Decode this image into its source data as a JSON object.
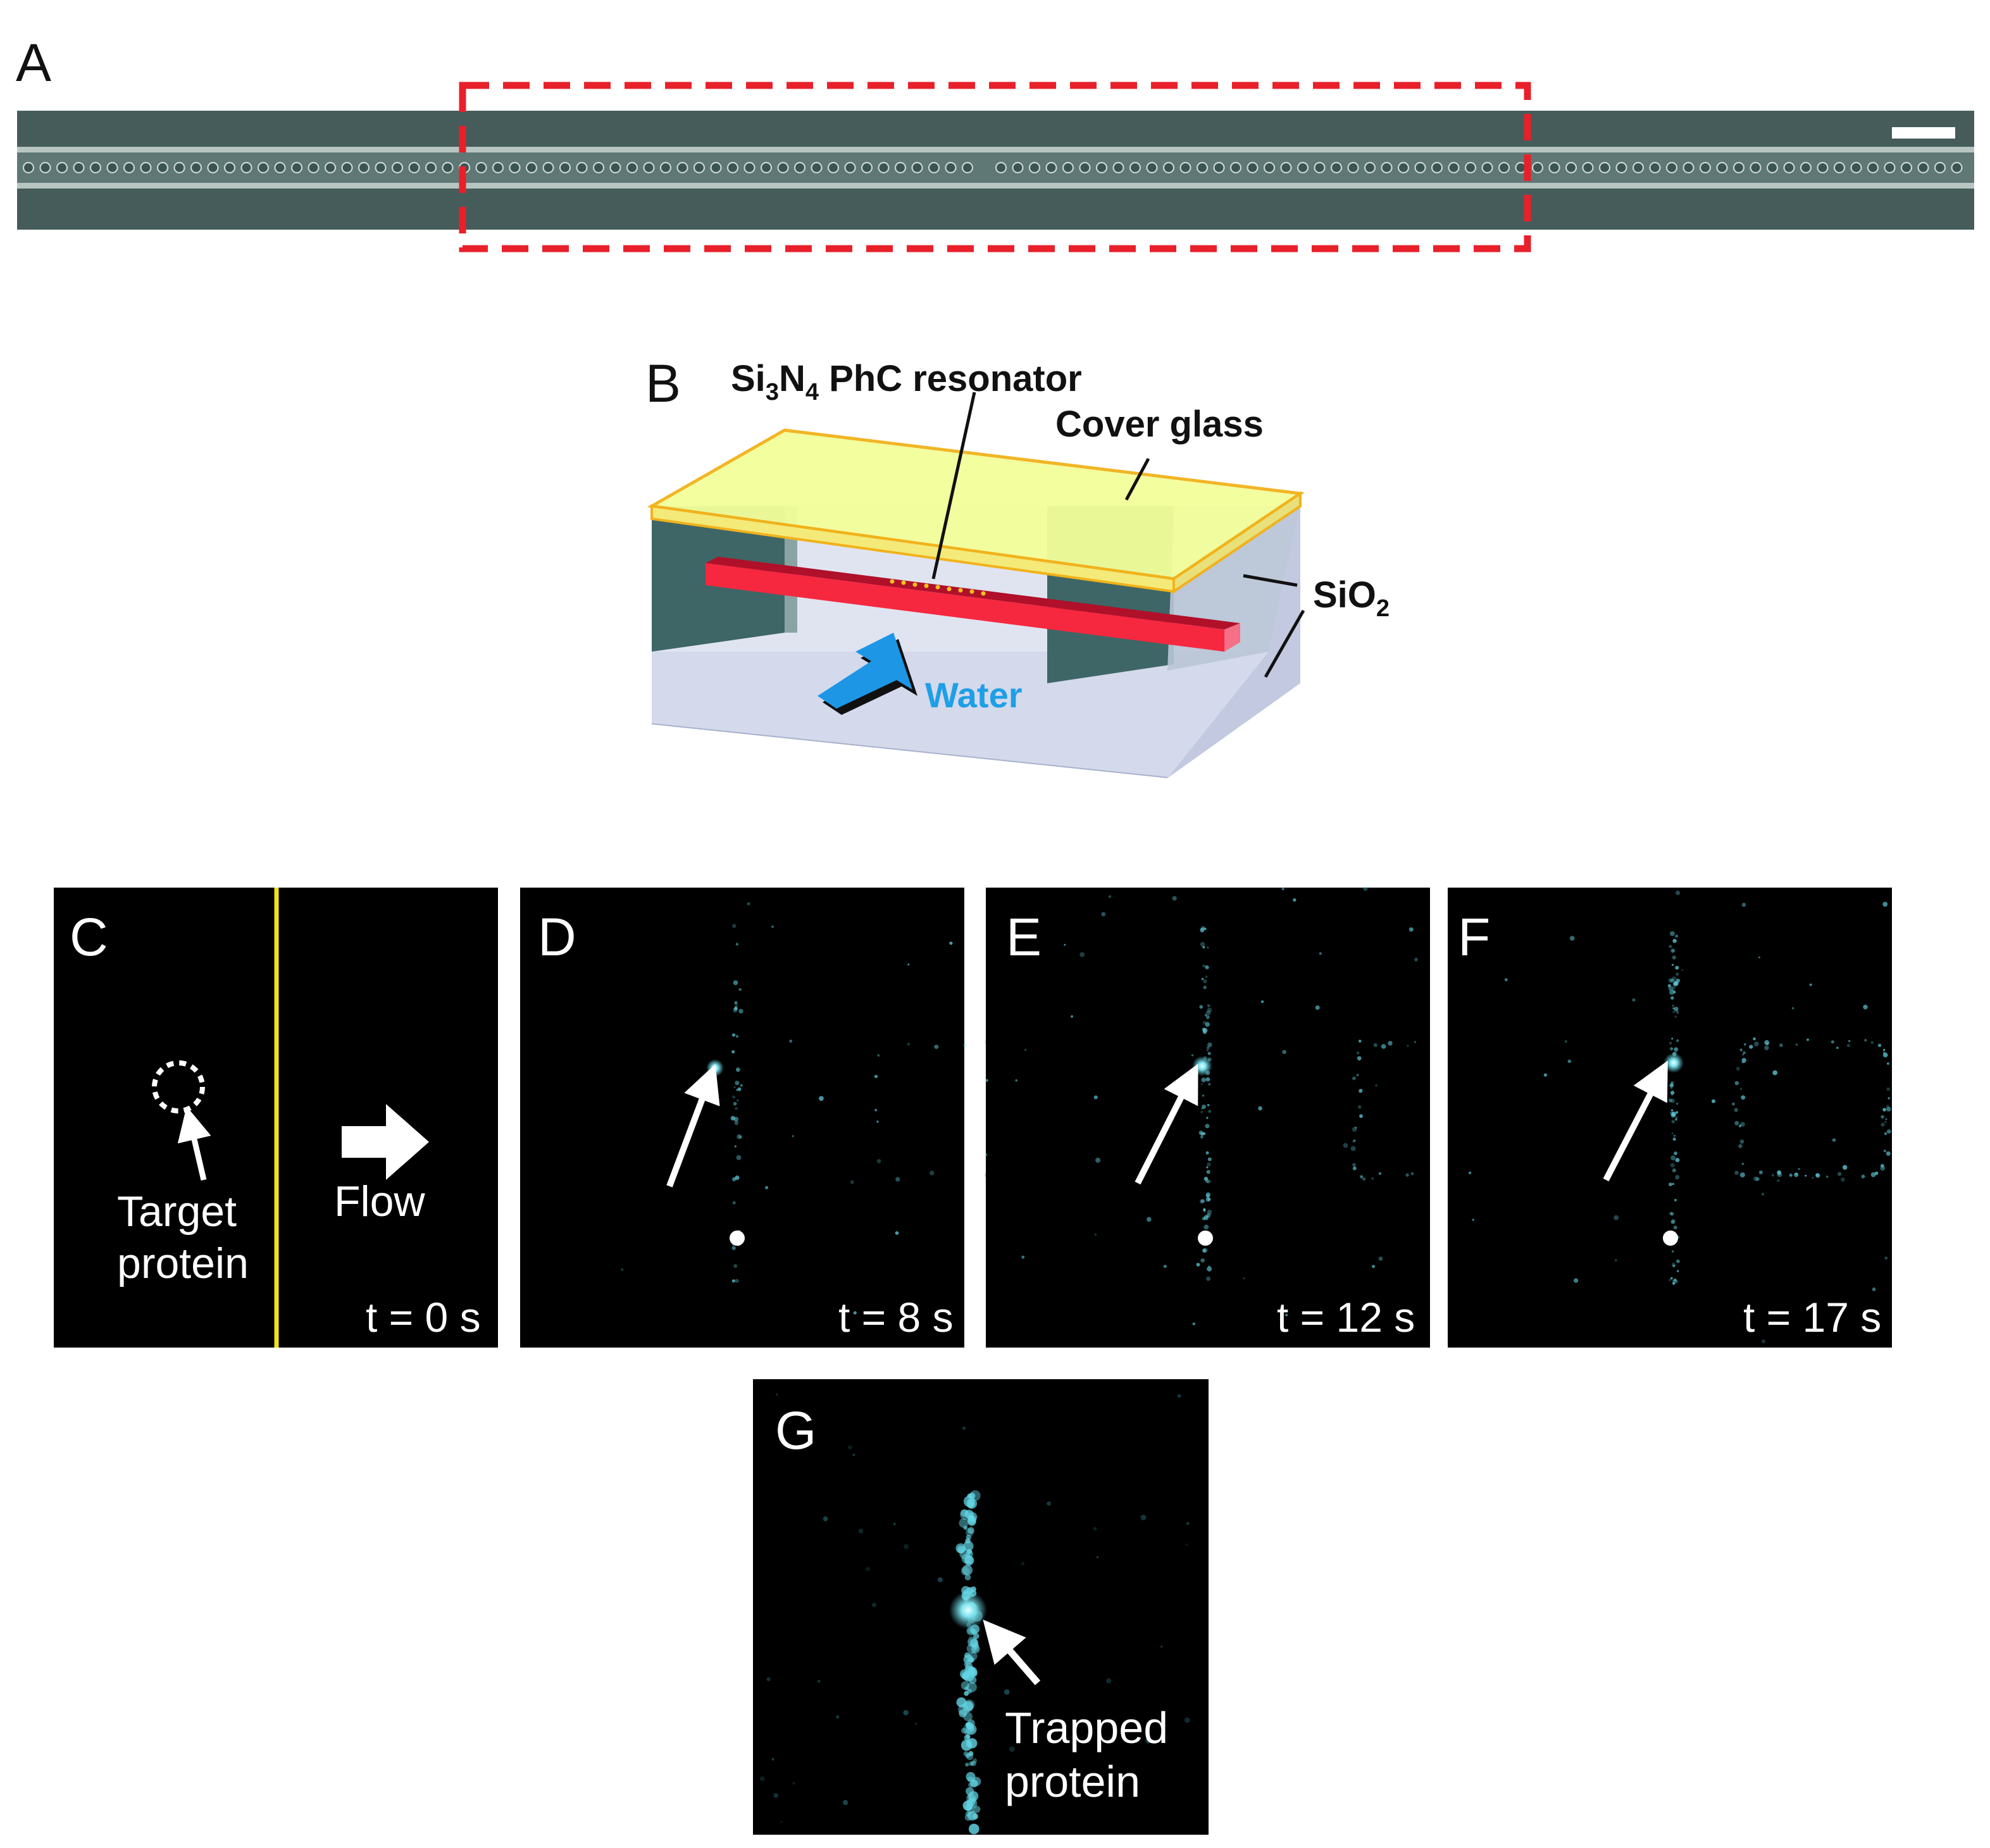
{
  "panels": {
    "a": {
      "label": "A"
    },
    "b": {
      "label": "B",
      "resonator_label": "Si",
      "resonator_sub1": "3",
      "resonator_mid": "N",
      "resonator_sub2": "4",
      "resonator_rest": " PhC resonator",
      "cover_label": "Cover glass",
      "sio2_label": "SiO",
      "sio2_sub": "2",
      "water_label": "Water"
    },
    "c": {
      "label": "C",
      "time": "t = 0 s",
      "target_line1": "Target",
      "target_line2": "protein",
      "flow_label": "Flow"
    },
    "d": {
      "label": "D",
      "time": "t = 8 s"
    },
    "e": {
      "label": "E",
      "time": "t = 12 s"
    },
    "f": {
      "label": "F",
      "time": "t = 17 s"
    },
    "g": {
      "label": "G",
      "trapped_line1": "Trapped",
      "trapped_line2": "protein"
    }
  },
  "colors": {
    "sem_background": "#3f5656",
    "waveguide": "#a9b7b3",
    "dashed_box": "#e8202a",
    "cover_glass": "#f3ff9a",
    "cover_edge": "#f2b21b",
    "resonator": "#f5283f",
    "water_arrow": "#1e96e6",
    "water_text": "#1e9fe6",
    "fluorescence": "#63d4e4",
    "yellow_line": "#f0e21a"
  }
}
